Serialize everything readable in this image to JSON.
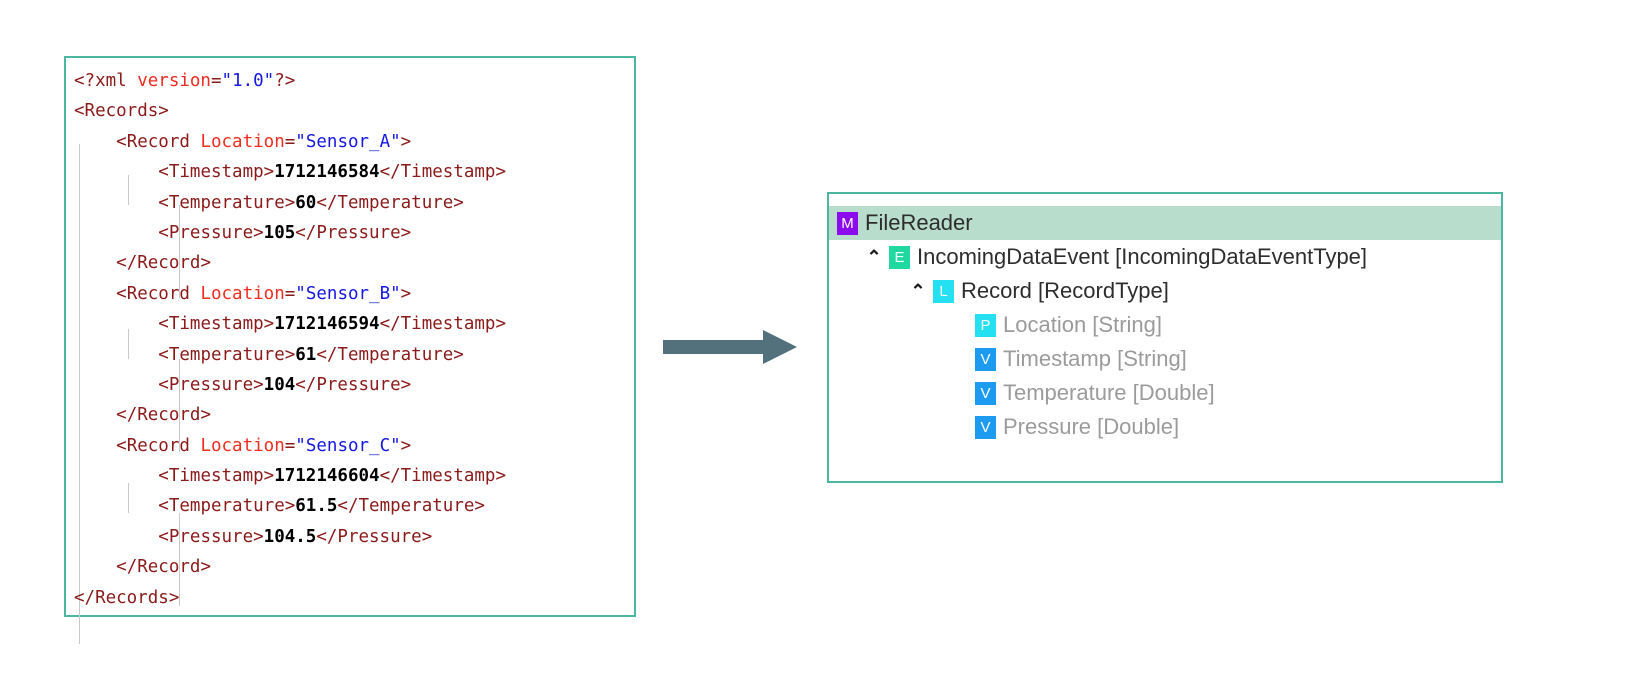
{
  "colors": {
    "panel_border": "#4db6a0",
    "arrow": "#53707d",
    "selected_row_bg": "#b9ddcd",
    "badge_module": "#8c0aee",
    "badge_event": "#1fd9a0",
    "badge_list": "#24e0f0",
    "badge_property": "#24e0f0",
    "badge_value": "#1d9bf0",
    "xml_tag": "#8b1a1a",
    "xml_attr_name": "#ee2c20",
    "xml_attr_value": "#1417e0",
    "xml_text": "#000000",
    "tree_dim_text": "#9b9b9b"
  },
  "xml_panel": {
    "lines": [
      {
        "indent": 0,
        "parts": [
          {
            "t": "tag",
            "v": "<?xml "
          },
          {
            "t": "attr",
            "v": "version"
          },
          {
            "t": "tag",
            "v": "="
          },
          {
            "t": "val",
            "v": "\"1.0\""
          },
          {
            "t": "tag",
            "v": "?>"
          }
        ]
      },
      {
        "indent": 0,
        "parts": [
          {
            "t": "tag",
            "v": "<Records>"
          }
        ]
      },
      {
        "indent": 1,
        "parts": [
          {
            "t": "tag",
            "v": "<Record "
          },
          {
            "t": "attr",
            "v": "Location"
          },
          {
            "t": "tag",
            "v": "="
          },
          {
            "t": "val",
            "v": "\"Sensor_A\""
          },
          {
            "t": "tag",
            "v": ">"
          }
        ]
      },
      {
        "indent": 2,
        "parts": [
          {
            "t": "tag",
            "v": "<Timestamp>"
          },
          {
            "t": "txt",
            "v": "1712146584"
          },
          {
            "t": "tag",
            "v": "</Timestamp>"
          }
        ]
      },
      {
        "indent": 2,
        "parts": [
          {
            "t": "tag",
            "v": "<Temperature>"
          },
          {
            "t": "txt",
            "v": "60"
          },
          {
            "t": "tag",
            "v": "</Temperature>"
          }
        ]
      },
      {
        "indent": 2,
        "parts": [
          {
            "t": "tag",
            "v": "<Pressure>"
          },
          {
            "t": "txt",
            "v": "105"
          },
          {
            "t": "tag",
            "v": "</Pressure>"
          }
        ]
      },
      {
        "indent": 1,
        "parts": [
          {
            "t": "tag",
            "v": "</Record>"
          }
        ]
      },
      {
        "indent": 1,
        "parts": [
          {
            "t": "tag",
            "v": "<Record "
          },
          {
            "t": "attr",
            "v": "Location"
          },
          {
            "t": "tag",
            "v": "="
          },
          {
            "t": "val",
            "v": "\"Sensor_B\""
          },
          {
            "t": "tag",
            "v": ">"
          }
        ]
      },
      {
        "indent": 2,
        "parts": [
          {
            "t": "tag",
            "v": "<Timestamp>"
          },
          {
            "t": "txt",
            "v": "1712146594"
          },
          {
            "t": "tag",
            "v": "</Timestamp>"
          }
        ]
      },
      {
        "indent": 2,
        "parts": [
          {
            "t": "tag",
            "v": "<Temperature>"
          },
          {
            "t": "txt",
            "v": "61"
          },
          {
            "t": "tag",
            "v": "</Temperature>"
          }
        ]
      },
      {
        "indent": 2,
        "parts": [
          {
            "t": "tag",
            "v": "<Pressure>"
          },
          {
            "t": "txt",
            "v": "104"
          },
          {
            "t": "tag",
            "v": "</Pressure>"
          }
        ]
      },
      {
        "indent": 1,
        "parts": [
          {
            "t": "tag",
            "v": "</Record>"
          }
        ]
      },
      {
        "indent": 1,
        "parts": [
          {
            "t": "tag",
            "v": "<Record "
          },
          {
            "t": "attr",
            "v": "Location"
          },
          {
            "t": "tag",
            "v": "="
          },
          {
            "t": "val",
            "v": "\"Sensor_C\""
          },
          {
            "t": "tag",
            "v": ">"
          }
        ]
      },
      {
        "indent": 2,
        "parts": [
          {
            "t": "tag",
            "v": "<Timestamp>"
          },
          {
            "t": "txt",
            "v": "1712146604"
          },
          {
            "t": "tag",
            "v": "</Timestamp>"
          }
        ]
      },
      {
        "indent": 2,
        "parts": [
          {
            "t": "tag",
            "v": "<Temperature>"
          },
          {
            "t": "txt",
            "v": "61.5"
          },
          {
            "t": "tag",
            "v": "</Temperature>"
          }
        ]
      },
      {
        "indent": 2,
        "parts": [
          {
            "t": "tag",
            "v": "<Pressure>"
          },
          {
            "t": "txt",
            "v": "104.5"
          },
          {
            "t": "tag",
            "v": "</Pressure>"
          }
        ]
      },
      {
        "indent": 1,
        "parts": [
          {
            "t": "tag",
            "v": "</Record>"
          }
        ]
      },
      {
        "indent": 0,
        "parts": [
          {
            "t": "tag",
            "v": "</Records>"
          }
        ]
      }
    ]
  },
  "arrow": {
    "icon": "arrow-right-icon",
    "direction": "right"
  },
  "tree_panel": {
    "rows": [
      {
        "indent": 0,
        "chevron": "",
        "badge": "M",
        "badge_kind": "m",
        "label": "FileReader",
        "selected": true,
        "dim": false,
        "name": "tree-row-filereader"
      },
      {
        "indent": 1,
        "chevron": "⌃",
        "badge": "E",
        "badge_kind": "e",
        "label": "IncomingDataEvent [IncomingDataEventType]",
        "selected": false,
        "dim": false,
        "name": "tree-row-incomingdataevent"
      },
      {
        "indent": 2,
        "chevron": "⌃",
        "badge": "L",
        "badge_kind": "l",
        "label": "Record [RecordType]",
        "selected": false,
        "dim": false,
        "name": "tree-row-record"
      },
      {
        "indent": 3,
        "chevron": "",
        "badge": "P",
        "badge_kind": "p",
        "label": "Location [String]",
        "selected": false,
        "dim": true,
        "name": "tree-row-location"
      },
      {
        "indent": 3,
        "chevron": "",
        "badge": "V",
        "badge_kind": "v",
        "label": "Timestamp [String]",
        "selected": false,
        "dim": true,
        "name": "tree-row-timestamp"
      },
      {
        "indent": 3,
        "chevron": "",
        "badge": "V",
        "badge_kind": "v",
        "label": "Temperature [Double]",
        "selected": false,
        "dim": true,
        "name": "tree-row-temperature"
      },
      {
        "indent": 3,
        "chevron": "",
        "badge": "V",
        "badge_kind": "v",
        "label": "Pressure [Double]",
        "selected": false,
        "dim": true,
        "name": "tree-row-pressure"
      }
    ]
  }
}
